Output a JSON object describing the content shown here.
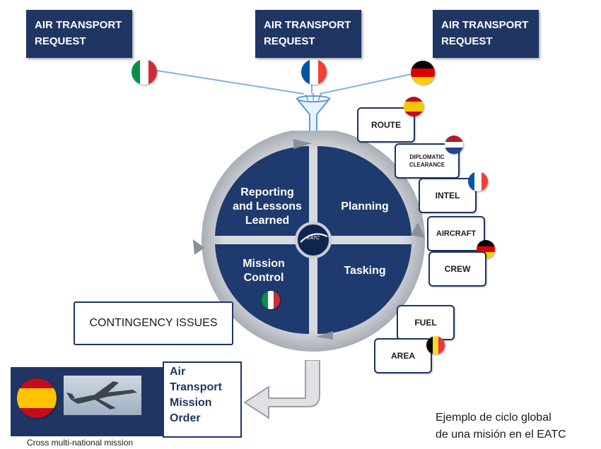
{
  "requests": [
    {
      "label_line1": "AIR TRANSPORT",
      "label_line2": "REQUEST",
      "flag": "italy"
    },
    {
      "label_line1": "AIR TRANSPORT",
      "label_line2": "REQUEST",
      "flag": "france"
    },
    {
      "label_line1": "AIR TRANSPORT",
      "label_line2": "REQUEST",
      "flag": "germany"
    }
  ],
  "cycle": {
    "reporting_line1": "Reporting",
    "reporting_line2": "and Lessons",
    "reporting_line3": "Learned",
    "planning": "Planning",
    "mission_line1": "Mission",
    "mission_line2": "Control",
    "tasking": "Tasking",
    "center_logo": "EATC"
  },
  "tasks": {
    "route": "ROUTE",
    "diplomatic_line1": "DIPLOMATIC",
    "diplomatic_line2": "CLEARANCE",
    "intel": "INTEL",
    "aircraft": "AIRCRAFT",
    "crew": "CREW",
    "fuel": "FUEL",
    "area": "AREA"
  },
  "contingency": "CONTINGENCY ISSUES",
  "order": {
    "line1": "Air",
    "line2": "Transport",
    "line3": "Mission",
    "line4": "Order"
  },
  "footer": {
    "cross_caption": "Cross multi-national mission",
    "caption_line1": "Ejemplo de ciclo global",
    "caption_line2": "de una misión en el EATC"
  },
  "colors": {
    "navy": "#1f3564",
    "quadrant": "#1e3a6e",
    "ring": "#b8bcc4"
  }
}
